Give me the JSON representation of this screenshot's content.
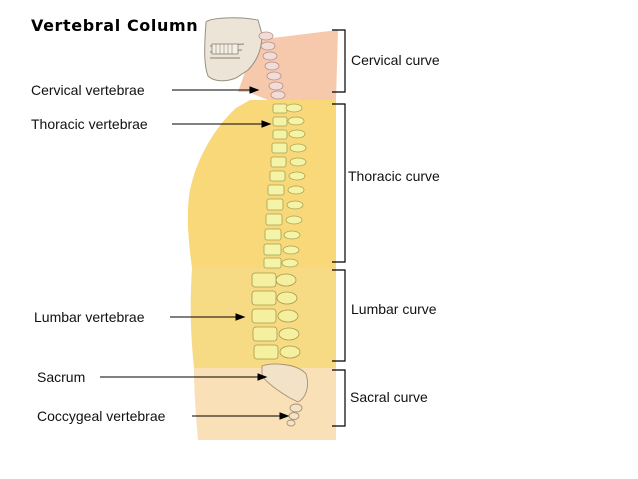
{
  "title": "Vertebral Column",
  "left_labels": {
    "cervical_vertebrae": "Cervical vertebrae",
    "thoracic_vertebrae": "Thoracic vertebrae",
    "lumbar_vertebrae": "Lumbar vertebrae",
    "sacrum": "Sacrum",
    "coccygeal_vertebrae": "Coccygeal vertebrae"
  },
  "curve_labels": {
    "cervical": "Cervical curve",
    "thoracic": "Thoracic curve",
    "lumbar": "Lumbar curve",
    "sacral": "Sacral curve"
  },
  "region_colors": {
    "neck": "#f6c8ac",
    "thoracic": "#f8d878",
    "lumbar": "#f7da84",
    "pelvis": "#f9e0b6"
  }
}
